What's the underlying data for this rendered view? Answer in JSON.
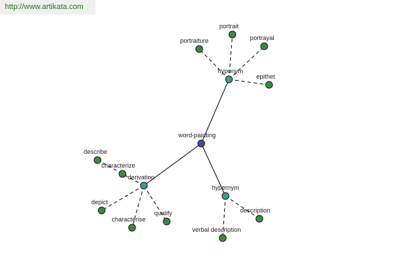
{
  "watermark": {
    "text": "http://www.artikata.com"
  },
  "colors": {
    "root": "#3b4fa0",
    "relation": "#3f9a94",
    "leaf": "#3f8a3f",
    "edge": "#000000"
  },
  "graph": {
    "root": {
      "id": "word-painting",
      "label": "word-painting"
    },
    "relations": [
      {
        "id": "hyponym",
        "label": "hyponym",
        "leaves": [
          "portraiture",
          "portrait",
          "portrayal",
          "epithet"
        ]
      },
      {
        "id": "derivation",
        "label": "derivation",
        "leaves": [
          "describe",
          "characterize",
          "depict",
          "characterise",
          "qualify"
        ]
      },
      {
        "id": "hypernym",
        "label": "hypernym",
        "leaves": [
          "description",
          "verbal description"
        ]
      }
    ]
  }
}
